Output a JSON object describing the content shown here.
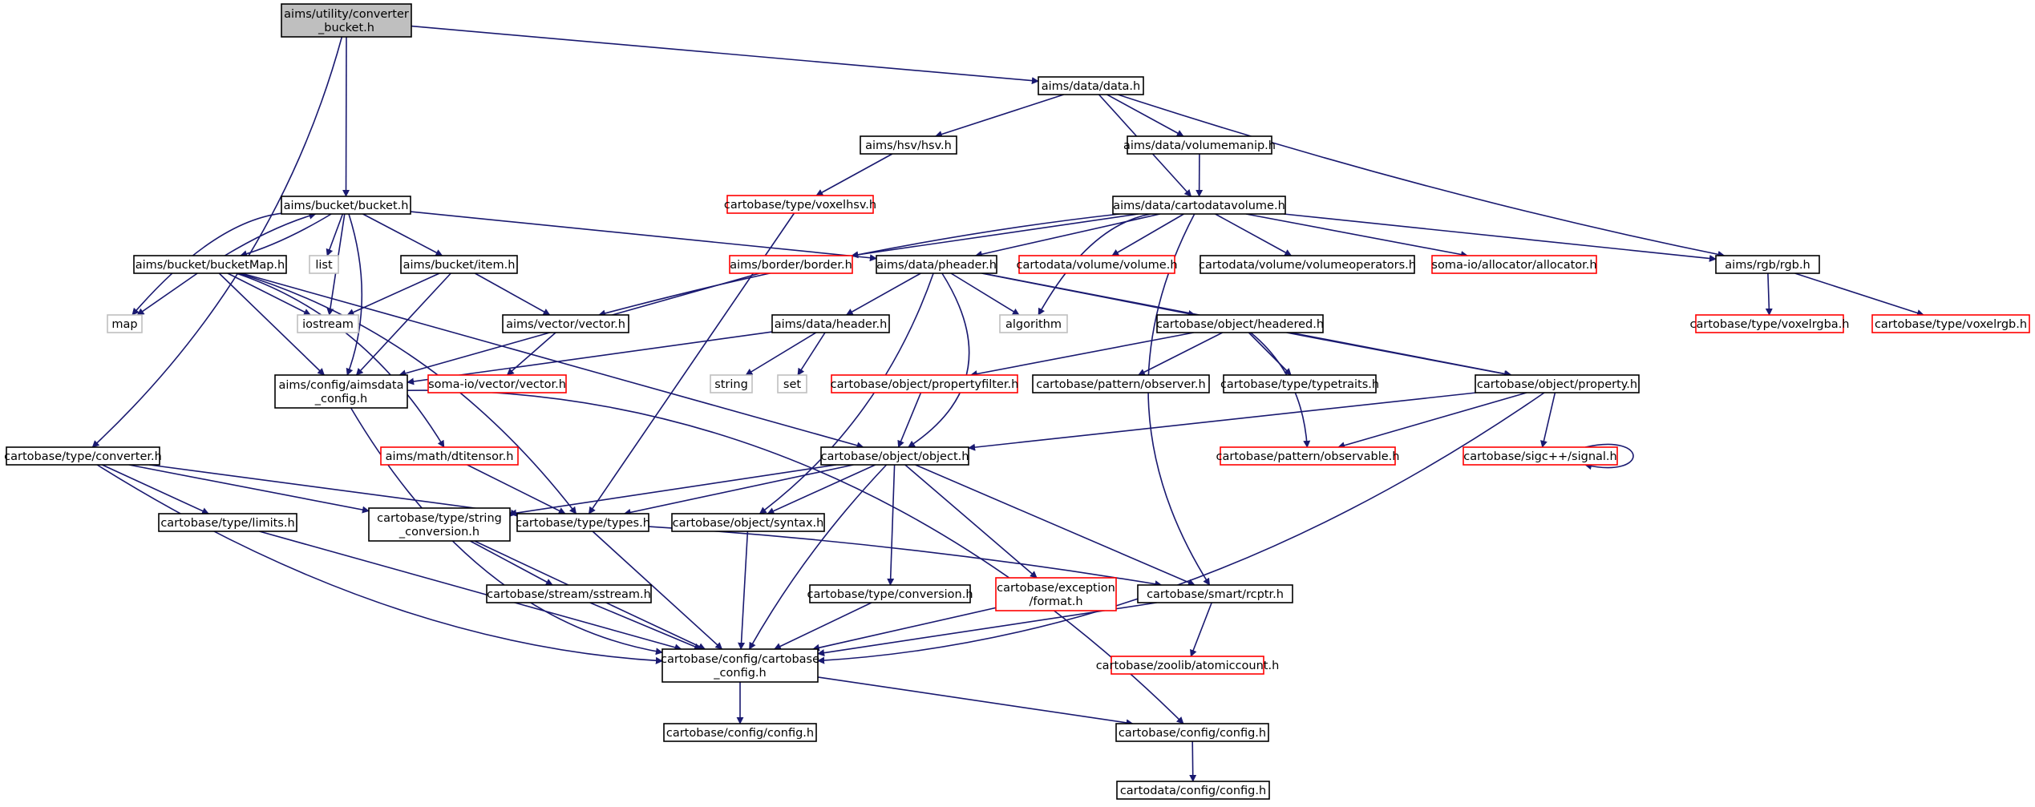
{
  "colors": {
    "edge": "#191970",
    "normal": "#000000",
    "missing": "#ff0000",
    "system": "#bfbfbf",
    "root_fill": "#bfbfbf"
  },
  "nodes": [
    {
      "id": "conv_bucket",
      "lines": [
        "aims/utility/converter",
        "_bucket.h"
      ],
      "style": "root"
    },
    {
      "id": "data",
      "lines": [
        "aims/data/data.h"
      ],
      "style": "normal"
    },
    {
      "id": "hsv",
      "lines": [
        "aims/hsv/hsv.h"
      ],
      "style": "normal"
    },
    {
      "id": "volumemanip",
      "lines": [
        "aims/data/volumemanip.h"
      ],
      "style": "normal"
    },
    {
      "id": "voxelhsv",
      "lines": [
        "cartobase/type/voxelhsv.h"
      ],
      "style": "missing"
    },
    {
      "id": "bucket",
      "lines": [
        "aims/bucket/bucket.h"
      ],
      "style": "normal"
    },
    {
      "id": "cartodatavolume",
      "lines": [
        "aims/data/cartodatavolume.h"
      ],
      "style": "normal"
    },
    {
      "id": "bucketmap",
      "lines": [
        "aims/bucket/bucketMap.h"
      ],
      "style": "normal"
    },
    {
      "id": "list",
      "lines": [
        "list"
      ],
      "style": "system"
    },
    {
      "id": "item",
      "lines": [
        "aims/bucket/item.h"
      ],
      "style": "normal"
    },
    {
      "id": "border",
      "lines": [
        "aims/border/border.h"
      ],
      "style": "missing"
    },
    {
      "id": "pheader",
      "lines": [
        "aims/data/pheader.h"
      ],
      "style": "normal"
    },
    {
      "id": "cdvolume",
      "lines": [
        "cartodata/volume/volume.h"
      ],
      "style": "missing"
    },
    {
      "id": "volops",
      "lines": [
        "cartodata/volume/volumeoperators.h"
      ],
      "style": "normal"
    },
    {
      "id": "allocator",
      "lines": [
        "soma-io/allocator/allocator.h"
      ],
      "style": "missing"
    },
    {
      "id": "rgb",
      "lines": [
        "aims/rgb/rgb.h"
      ],
      "style": "normal"
    },
    {
      "id": "map",
      "lines": [
        "map"
      ],
      "style": "system"
    },
    {
      "id": "iostream",
      "lines": [
        "iostream"
      ],
      "style": "system"
    },
    {
      "id": "vectorh",
      "lines": [
        "aims/vector/vector.h"
      ],
      "style": "normal"
    },
    {
      "id": "algorithm",
      "lines": [
        "algorithm"
      ],
      "style": "system"
    },
    {
      "id": "headered",
      "lines": [
        "cartobase/object/headered.h"
      ],
      "style": "normal"
    },
    {
      "id": "voxelrgba",
      "lines": [
        "cartobase/type/voxelrgba.h"
      ],
      "style": "missing"
    },
    {
      "id": "voxelrgb",
      "lines": [
        "cartobase/type/voxelrgb.h"
      ],
      "style": "missing"
    },
    {
      "id": "header",
      "lines": [
        "aims/data/header.h"
      ],
      "style": "normal"
    },
    {
      "id": "aimsdataconfig",
      "lines": [
        "aims/config/aimsdata",
        "_config.h"
      ],
      "style": "normal"
    },
    {
      "id": "somavector",
      "lines": [
        "soma-io/vector/vector.h"
      ],
      "style": "missing"
    },
    {
      "id": "string",
      "lines": [
        "string"
      ],
      "style": "system"
    },
    {
      "id": "set",
      "lines": [
        "set"
      ],
      "style": "system"
    },
    {
      "id": "propertyfilter",
      "lines": [
        "cartobase/object/propertyfilter.h"
      ],
      "style": "missing"
    },
    {
      "id": "observer",
      "lines": [
        "cartobase/pattern/observer.h"
      ],
      "style": "normal"
    },
    {
      "id": "typetraits",
      "lines": [
        "cartobase/type/typetraits.h"
      ],
      "style": "normal"
    },
    {
      "id": "property",
      "lines": [
        "cartobase/object/property.h"
      ],
      "style": "normal"
    },
    {
      "id": "converter",
      "lines": [
        "cartobase/type/converter.h"
      ],
      "style": "normal"
    },
    {
      "id": "dtitensor",
      "lines": [
        "aims/math/dtitensor.h"
      ],
      "style": "missing"
    },
    {
      "id": "object",
      "lines": [
        "cartobase/object/object.h"
      ],
      "style": "normal"
    },
    {
      "id": "observable",
      "lines": [
        "cartobase/pattern/observable.h"
      ],
      "style": "missing"
    },
    {
      "id": "signal",
      "lines": [
        "cartobase/sigc++/signal.h"
      ],
      "style": "missing"
    },
    {
      "id": "limits",
      "lines": [
        "cartobase/type/limits.h"
      ],
      "style": "normal"
    },
    {
      "id": "stringconv",
      "lines": [
        "cartobase/type/string",
        "_conversion.h"
      ],
      "style": "normal"
    },
    {
      "id": "types",
      "lines": [
        "cartobase/type/types.h"
      ],
      "style": "normal"
    },
    {
      "id": "syntax",
      "lines": [
        "cartobase/object/syntax.h"
      ],
      "style": "normal"
    },
    {
      "id": "sstream",
      "lines": [
        "cartobase/stream/sstream.h"
      ],
      "style": "normal"
    },
    {
      "id": "conversion",
      "lines": [
        "cartobase/type/conversion.h"
      ],
      "style": "normal"
    },
    {
      "id": "format",
      "lines": [
        "cartobase/exception",
        "/format.h"
      ],
      "style": "missing"
    },
    {
      "id": "rcptr",
      "lines": [
        "cartobase/smart/rcptr.h"
      ],
      "style": "normal"
    },
    {
      "id": "cbconfig",
      "lines": [
        "cartobase/config/cartobase",
        "_config.h"
      ],
      "style": "normal"
    },
    {
      "id": "atomiccount",
      "lines": [
        "cartobase/zoolib/atomiccount.h"
      ],
      "style": "missing"
    },
    {
      "id": "config1",
      "lines": [
        "cartobase/config/config.h"
      ],
      "style": "normal"
    },
    {
      "id": "config2",
      "lines": [
        "cartobase/config/config.h"
      ],
      "style": "normal"
    },
    {
      "id": "cdconfig",
      "lines": [
        "cartodata/config/config.h"
      ],
      "style": "normal"
    }
  ],
  "edges": [
    [
      "conv_bucket",
      "data"
    ],
    [
      "conv_bucket",
      "bucket"
    ],
    [
      "conv_bucket",
      "converter"
    ],
    [
      "data",
      "hsv"
    ],
    [
      "data",
      "volumemanip"
    ],
    [
      "data",
      "cartodatavolume"
    ],
    [
      "data",
      "rgb"
    ],
    [
      "hsv",
      "voxelhsv"
    ],
    [
      "volumemanip",
      "cartodatavolume"
    ],
    [
      "voxelhsv",
      "types"
    ],
    [
      "bucket",
      "bucketmap"
    ],
    [
      "bucket",
      "list"
    ],
    [
      "bucket",
      "iostream"
    ],
    [
      "bucket",
      "item"
    ],
    [
      "bucket",
      "map"
    ],
    [
      "bucket",
      "aimsdataconfig"
    ],
    [
      "bucket",
      "pheader"
    ],
    [
      "bucketmap",
      "bucket"
    ],
    [
      "bucketmap",
      "map"
    ],
    [
      "bucketmap",
      "iostream"
    ],
    [
      "bucketmap",
      "aimsdataconfig"
    ],
    [
      "bucketmap",
      "dtitensor"
    ],
    [
      "bucketmap",
      "types"
    ],
    [
      "bucketmap",
      "object"
    ],
    [
      "item",
      "iostream"
    ],
    [
      "item",
      "vectorh"
    ],
    [
      "item",
      "aimsdataconfig"
    ],
    [
      "cartodatavolume",
      "border"
    ],
    [
      "cartodatavolume",
      "pheader"
    ],
    [
      "cartodatavolume",
      "cdvolume"
    ],
    [
      "cartodatavolume",
      "volops"
    ],
    [
      "cartodatavolume",
      "allocator"
    ],
    [
      "cartodatavolume",
      "rgb"
    ],
    [
      "cartodatavolume",
      "vectorh"
    ],
    [
      "cartodatavolume",
      "algorithm"
    ],
    [
      "cartodatavolume",
      "rcptr"
    ],
    [
      "border",
      "aimsdataconfig"
    ],
    [
      "pheader",
      "header"
    ],
    [
      "pheader",
      "headered"
    ],
    [
      "pheader",
      "property"
    ],
    [
      "pheader",
      "algorithm"
    ],
    [
      "pheader",
      "syntax"
    ],
    [
      "pheader",
      "object"
    ],
    [
      "rgb",
      "voxelrgba"
    ],
    [
      "rgb",
      "voxelrgb"
    ],
    [
      "vectorh",
      "somavector"
    ],
    [
      "header",
      "aimsdataconfig"
    ],
    [
      "header",
      "string"
    ],
    [
      "header",
      "set"
    ],
    [
      "headered",
      "propertyfilter"
    ],
    [
      "headered",
      "observer"
    ],
    [
      "headered",
      "typetraits"
    ],
    [
      "headered",
      "property"
    ],
    [
      "headered",
      "observable"
    ],
    [
      "aimsdataconfig",
      "cbconfig"
    ],
    [
      "aimsdataconfig",
      "config2"
    ],
    [
      "propertyfilter",
      "object"
    ],
    [
      "property",
      "object"
    ],
    [
      "property",
      "observable"
    ],
    [
      "property",
      "signal"
    ],
    [
      "property",
      "cbconfig"
    ],
    [
      "signal",
      "signal"
    ],
    [
      "converter",
      "limits"
    ],
    [
      "converter",
      "stringconv"
    ],
    [
      "converter",
      "types"
    ],
    [
      "converter",
      "cbconfig"
    ],
    [
      "dtitensor",
      "types"
    ],
    [
      "object",
      "types"
    ],
    [
      "object",
      "syntax"
    ],
    [
      "object",
      "stringconv"
    ],
    [
      "object",
      "conversion"
    ],
    [
      "object",
      "format"
    ],
    [
      "object",
      "rcptr"
    ],
    [
      "object",
      "cbconfig"
    ],
    [
      "limits",
      "cbconfig"
    ],
    [
      "stringconv",
      "sstream"
    ],
    [
      "stringconv",
      "cbconfig"
    ],
    [
      "types",
      "cbconfig"
    ],
    [
      "types",
      "rcptr"
    ],
    [
      "syntax",
      "cbconfig"
    ],
    [
      "sstream",
      "cbconfig"
    ],
    [
      "conversion",
      "cbconfig"
    ],
    [
      "format",
      "cbconfig"
    ],
    [
      "rcptr",
      "cbconfig"
    ],
    [
      "rcptr",
      "atomiccount"
    ],
    [
      "cbconfig",
      "config1"
    ],
    [
      "cbconfig",
      "config2"
    ],
    [
      "config2",
      "cdconfig"
    ]
  ]
}
